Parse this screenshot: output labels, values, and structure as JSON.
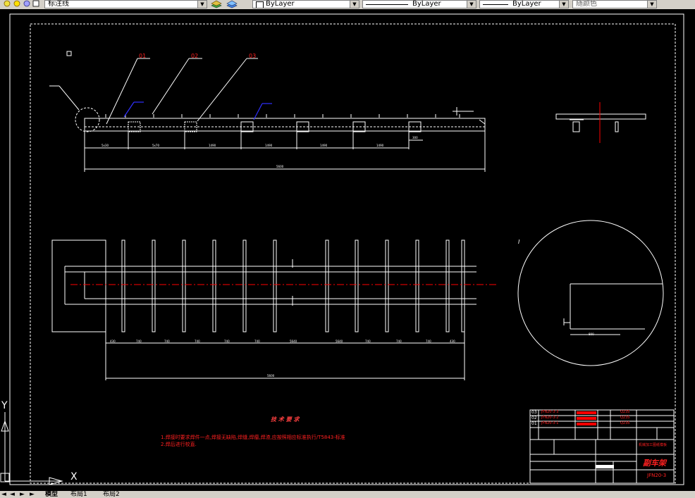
{
  "toolbar": {
    "layer_name": "标注线",
    "color_by": "ByLayer",
    "linetype": "ByLayer",
    "lineweight": "ByLayer",
    "plot_style": "随颜色"
  },
  "tabs": {
    "nav_arrows": [
      "◄",
      "◄",
      "►",
      "►"
    ],
    "model": "模型",
    "layout1": "布局1",
    "layout2": "布局2"
  },
  "drawing": {
    "balloons": [
      "01",
      "02",
      "03"
    ],
    "detail_label": "I",
    "tech_requirements_title": "技 术 要 求",
    "tech_notes": [
      "1.焊接时要求焊件一点,焊接无缺陷,焊缝,焊瘤,焊渣,应按照相应标准执行/T5843-标准",
      "2.焊后进行校直."
    ],
    "ucs": {
      "y_label": "Y",
      "x_label": "X"
    }
  },
  "title_block": {
    "part_rows": [
      "03",
      "02",
      "01"
    ],
    "part_codes": [
      "JFN20-3-3",
      "JFN20-3-2",
      "JFN20-3-1"
    ],
    "materials": [
      "Q235",
      "Q235",
      "Q235"
    ],
    "drawing_title": "副车架",
    "drawing_number": "JFN20-3",
    "company": "机械加工图纸模板"
  },
  "colors": {
    "paper": "#000000",
    "line": "#ffffff",
    "accent_red": "#ff0000",
    "blue": "#3030ff",
    "ui_gray": "#d4d0c8"
  }
}
